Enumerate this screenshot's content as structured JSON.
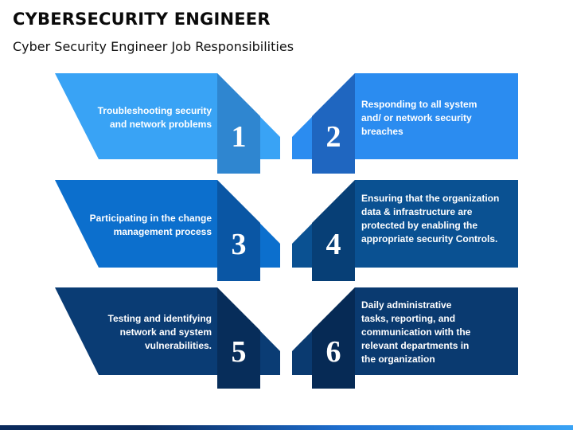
{
  "header": {
    "title": "CYBERSECURITY ENGINEER",
    "subtitle": "Cyber Security Engineer Job Responsibilities"
  },
  "colors": {
    "row1_left": "#39a3f5",
    "row1_left_tab": "#2f86d0",
    "row1_right": "#2b8cf0",
    "row1_right_tab": "#1f66c0",
    "row2_left": "#0c6fcd",
    "row2_left_tab": "#0a56a4",
    "row2_right": "#0a5192",
    "row2_right_tab": "#073f76",
    "row3_left": "#0a3c74",
    "row3_left_tab": "#072d5a",
    "row3_right": "#0a3a70",
    "row3_right_tab": "#062a55"
  },
  "responsibilities": [
    {
      "number": "1",
      "text": "Troubleshooting security and network problems"
    },
    {
      "number": "2",
      "text": "Responding to all system and/ or network security breaches"
    },
    {
      "number": "3",
      "text": "Participating in the change management process"
    },
    {
      "number": "4",
      "text": "Ensuring that the organization data & infrastructure are protected by enabling the appropriate security Controls."
    },
    {
      "number": "5",
      "text": "Testing and identifying network and system vulnerabilities."
    },
    {
      "number": "6",
      "text": "Daily administrative tasks, reporting, and communication with the relevant departments in the organization"
    }
  ]
}
